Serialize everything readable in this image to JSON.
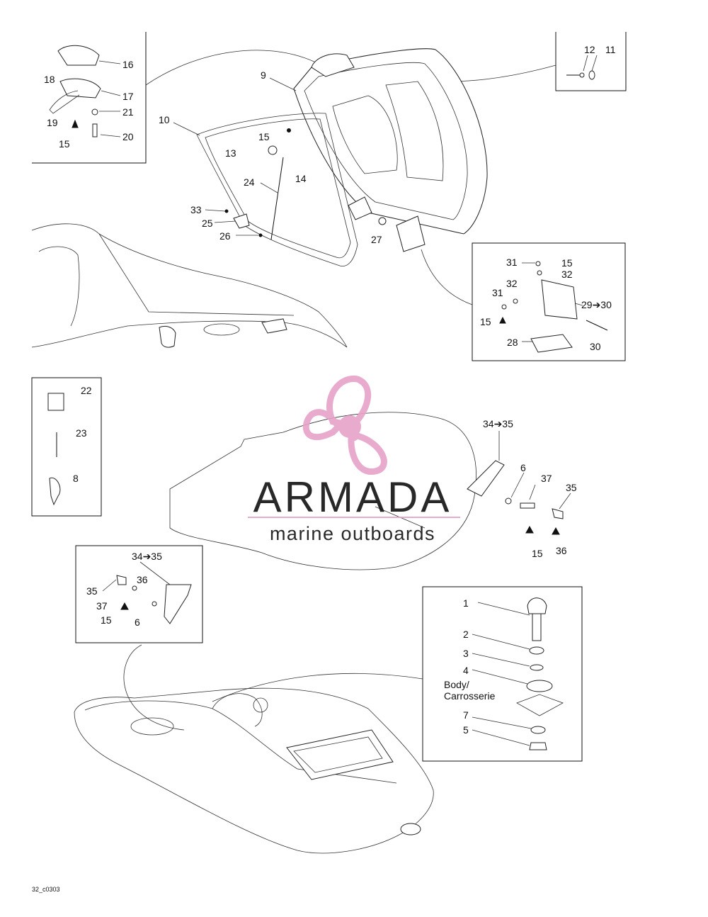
{
  "diagram": {
    "figure_code": "32_c0303",
    "body_label_line1": "Body/",
    "body_label_line2": "Carrosserie"
  },
  "watermark": {
    "brand": "ARMADA",
    "tagline": "marine outboards",
    "color": "#e6a3c9",
    "text_color": "#7a7a7a"
  },
  "callouts": {
    "c1": "1",
    "c2": "2",
    "c3": "3",
    "c4": "4",
    "c5": "5",
    "c6a": "6",
    "c6b": "6",
    "c7": "7",
    "c8": "8",
    "c9": "9",
    "c10": "10",
    "c11": "11",
    "c12": "12",
    "c13": "13",
    "c14": "14",
    "c15a": "15",
    "c15b": "15",
    "c15c": "15",
    "c15d": "15",
    "c15e": "15",
    "c15f": "15",
    "c16": "16",
    "c17": "17",
    "c18": "18",
    "c19": "19",
    "c20": "20",
    "c21": "21",
    "c22": "22",
    "c23": "23",
    "c24": "24",
    "c25": "25",
    "c26": "26",
    "c27": "27",
    "c28": "28",
    "c29_30": "29➔30",
    "c30": "30",
    "c31a": "31",
    "c31b": "31",
    "c32a": "32",
    "c32b": "32",
    "c33": "33",
    "c34_35a": "34➔35",
    "c34_35b": "34➔35",
    "c35a": "35",
    "c35b": "35",
    "c36a": "36",
    "c36b": "36",
    "c37a": "37",
    "c37b": "37"
  }
}
